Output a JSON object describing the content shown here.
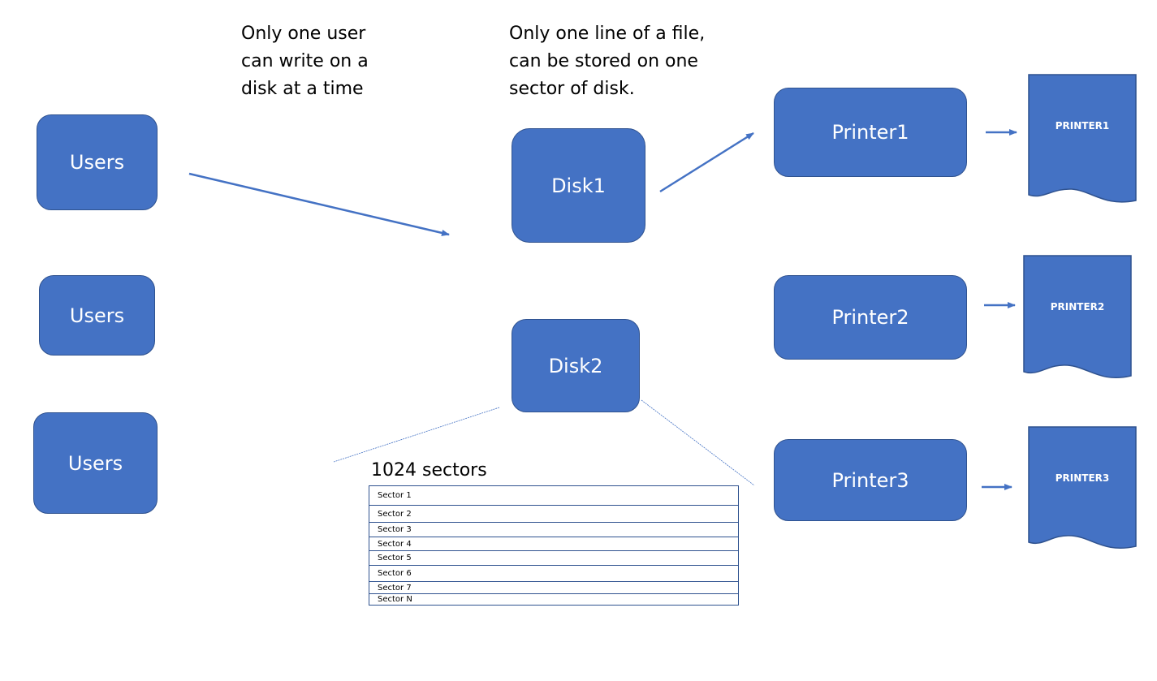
{
  "notes": {
    "left": [
      "Only one user",
      "can write on a",
      "disk at a time"
    ],
    "right": [
      "Only one line of a file,",
      "can be stored on one",
      "sector of disk."
    ]
  },
  "users": [
    "Users",
    "Users",
    "Users"
  ],
  "disks": [
    "Disk1",
    "Disk2"
  ],
  "printers": [
    "Printer1",
    "Printer2",
    "Printer3"
  ],
  "documents": [
    "PRINTER1",
    "PRINTER2",
    "PRINTER3"
  ],
  "sectors": {
    "title": "1024 sectors",
    "rows": [
      "Sector 1",
      "Sector 2",
      "Sector 3",
      "Sector 4",
      "Sector 5",
      "Sector 6",
      "Sector 7",
      "Sector N"
    ]
  },
  "colors": {
    "box_fill": "#4472c4",
    "box_border": "#2f528f"
  }
}
